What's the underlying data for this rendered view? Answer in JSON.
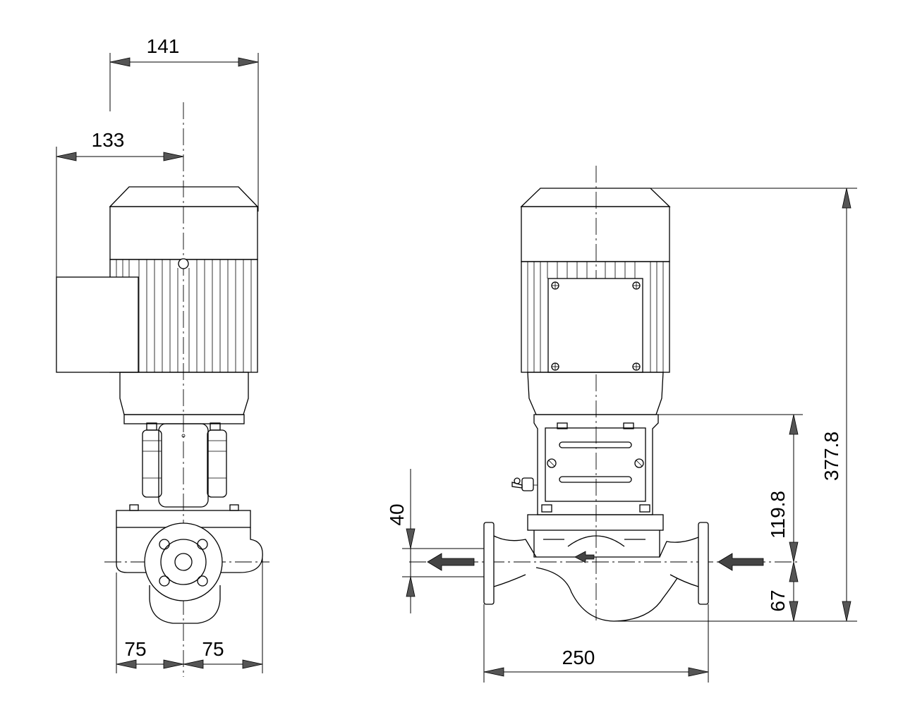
{
  "side_view": {
    "dimensions": {
      "overall_width": "141",
      "box_offset": "133",
      "left_half": "75",
      "right_half": "75"
    }
  },
  "front_view": {
    "dimensions": {
      "port_to_port": "250",
      "inlet_diameter": "40",
      "total_height": "377.8",
      "coupling_height": "119.8",
      "base_height": "67"
    }
  }
}
